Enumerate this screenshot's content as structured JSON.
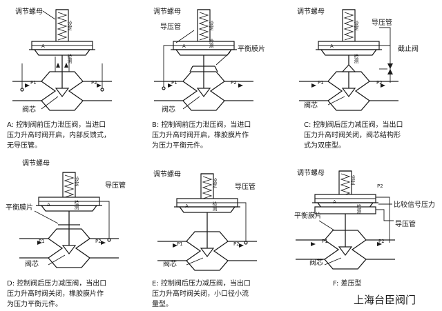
{
  "labels": {
    "adjust_nut": "调节螺母",
    "pilot_pipe": "导压管",
    "balance_diaphragm": "平衡膜片",
    "stop_valve": "截止阀",
    "valve_core": "阀芯",
    "setting": "设定",
    "inspection": "检测",
    "chamber_a": "A",
    "p1": "P1",
    "p2": "P2",
    "compare_signal": "比较信号压力"
  },
  "captions": {
    "a": [
      "A: 控制阀前压力泄压阀，当进口",
      "压力升高时阀开启，内部反馈式，",
      "无导压管。"
    ],
    "b": [
      "B: 控制阀前压力泄压阀，当进口",
      "压力升高时阀开启，橡胶膜片作",
      "为压力平衡元件。"
    ],
    "c": [
      "C: 控制阀后压力减压阀，当出口",
      "压力升高时阀关闭，阀芯结构形",
      "式为双座型。"
    ],
    "d": [
      "D: 控制阀后压力减压阀，当出口",
      "压力升高时阀关闭，橡胶膜片作",
      "为压力平衡元件。"
    ],
    "e": [
      "E: 控制阀后压力减压阀，当出口",
      "压力升高时阀关闭，小口径小流",
      "量型。"
    ],
    "f": [
      "F: 差压型"
    ]
  },
  "watermark": "上海台臣阀门"
}
